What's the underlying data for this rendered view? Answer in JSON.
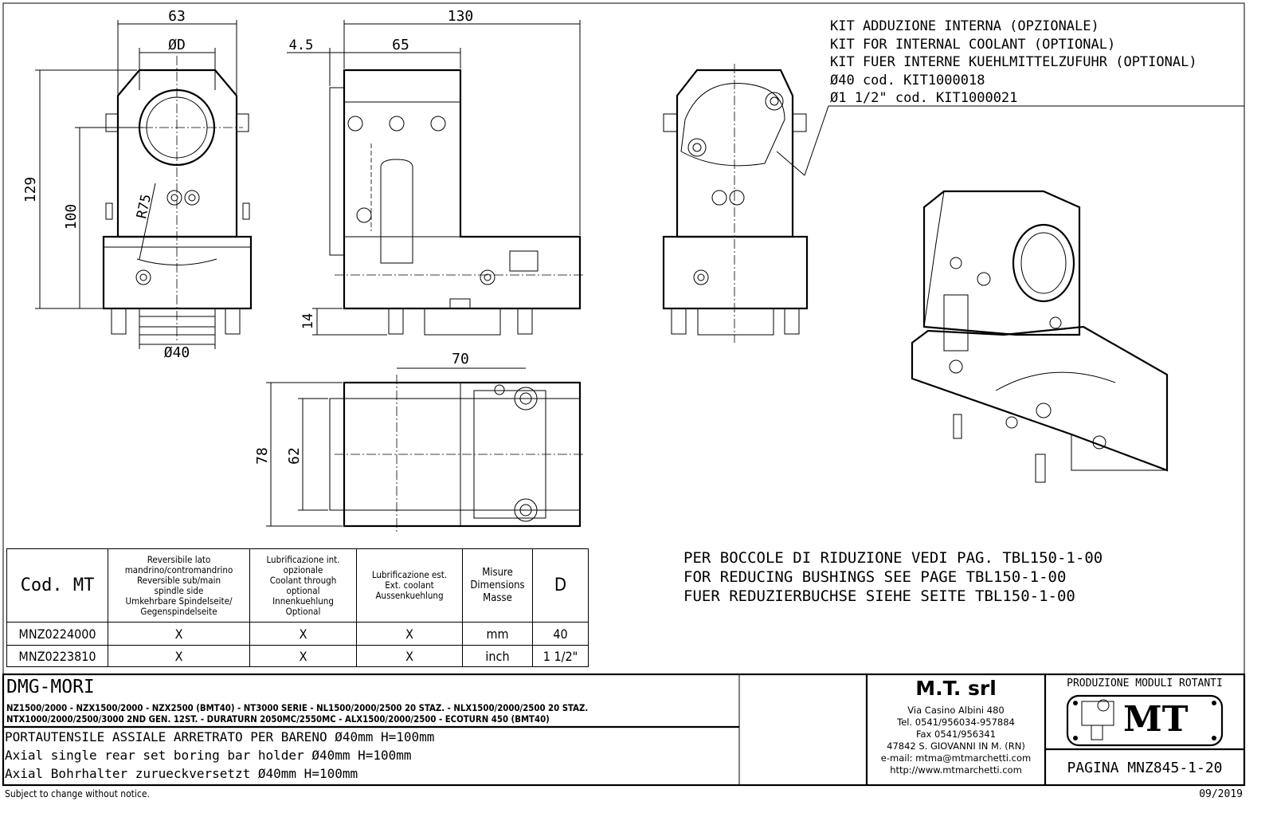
{
  "kit_note": {
    "lines": [
      "KIT ADDUZIONE INTERNA (OPZIONALE)",
      "KIT FOR INTERNAL COOLANT (OPTIONAL)",
      "KIT FUER INTERNE KUEHLMITTELZUFUHR (OPTIONAL)",
      "Ø40  cod. KIT1000018",
      "Ø1 1/2\" cod. KIT1000021"
    ]
  },
  "bushing_note": {
    "lines": [
      "PER BOCCOLE DI RIDUZIONE VEDI PAG. TBL150-1-00",
      "FOR REDUCING BUSHINGS SEE PAGE TBL150-1-00",
      "FUER REDUZIERBUCHSE SIEHE SEITE TBL150-1-00"
    ]
  },
  "dimensions": {
    "front_width": "63",
    "bore": "ØD",
    "total_height": "129",
    "center_height": "100",
    "radius": "R75",
    "shank": "Ø40",
    "side_length": "130",
    "offset": "4.5",
    "side_65": "65",
    "shank_height": "14",
    "top_70": "70",
    "top_78": "78",
    "top_62": "62"
  },
  "table": {
    "headers": [
      "Cod. MT",
      [
        "Reversibile lato",
        "mandrino/contromandrino",
        "Reversible sub/main",
        "spindle side",
        "Umkehrbare Spindelseite/",
        "Gegenspindelseite"
      ],
      [
        "Lubrificazione int.",
        "opzionale",
        "Coolant through",
        "optional",
        "Innenkuehlung",
        "Optional"
      ],
      [
        "Lubrificazione est.",
        "Ext. coolant",
        "Aussenkuehlung"
      ],
      [
        "Misure",
        "Dimensions",
        "Masse"
      ],
      "D"
    ],
    "rows": [
      [
        "MNZ0224000",
        "X",
        "X",
        "X",
        "mm",
        "40"
      ],
      [
        "MNZ0223810",
        "X",
        "X",
        "X",
        "inch",
        "1 1/2\""
      ]
    ]
  },
  "title_block": {
    "brand": "DMG-MORI",
    "models": [
      "NZ1500/2000 - NZX1500/2000 -  NZX2500 (BMT40) - NT3000 SERIE - NL1500/2000/2500 20 STAZ. - NLX1500/2000/2500 20 STAZ.",
      "NTX1000/2000/2500/3000 2ND GEN. 12ST. - DURATURN 2050MC/2550MC - ALX1500/2000/2500 - ECOTURN 450 (BMT40)"
    ],
    "descriptions": [
      "PORTAUTENSILE ASSIALE ARRETRATO PER BARENO Ø40mm H=100mm",
      "Axial single rear set boring bar holder Ø40mm H=100mm",
      "Axial Bohrhalter zurueckversetzt Ø40mm H=100mm"
    ],
    "company": {
      "name": "M.T. srl",
      "lines": [
        "Via Casino Albini 480",
        "Tel. 0541/956034-957884",
        "Fax 0541/956341",
        "47842 S. GIOVANNI IN M. (RN)",
        "e-mail: mtma@mtmarchetti.com",
        "http://www.mtmarchetti.com"
      ]
    },
    "production": "PRODUZIONE MODULI ROTANTI",
    "logo_text": "MT",
    "page": "PAGINA MNZ845-1-20"
  },
  "footer": {
    "notice": "Subject to change without notice.",
    "date": "09/2019"
  }
}
